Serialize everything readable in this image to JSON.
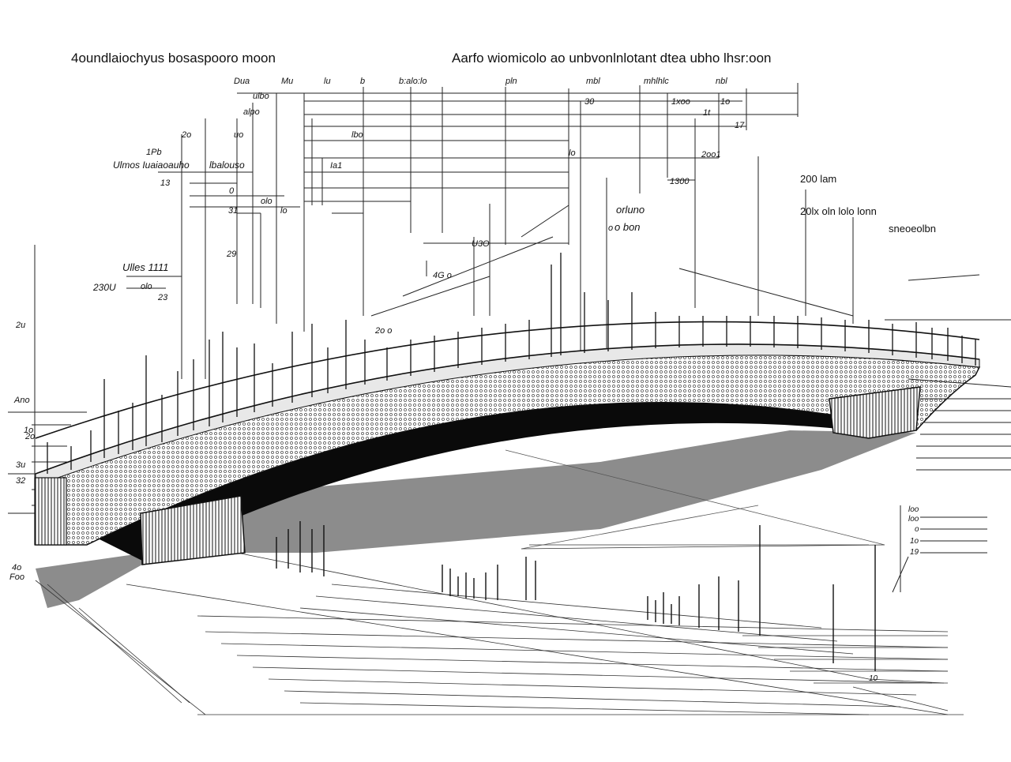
{
  "header": {
    "left_title": "4oundlaiochyus bosaspooro moon",
    "right_title": "Aarfo  wiomicolo ao  unbvonlnlotant  dtea  ubho lhsr:oon"
  },
  "callouts": {
    "top_row": [
      "Dua",
      "Mu",
      "lu",
      "b",
      "b:alo:lo",
      "pln",
      "mbl",
      "mhlhlc",
      "nbl"
    ],
    "upper_left": [
      "ulbo",
      "alpo",
      "2o",
      "uo",
      "lbo",
      "1Pb",
      "Ulmos Iuaiaoauho",
      "lbalouso",
      "13",
      "0",
      "31",
      "lo",
      "olo",
      "Ia1"
    ],
    "mid_right": [
      "1xoo",
      "1t",
      "17",
      "2oo1",
      "1o",
      "30",
      "1300",
      "o",
      "lo",
      "orluno",
      "o bon"
    ],
    "far_right": [
      "200 lam",
      "20lx oln  lolo lonn",
      "sneoeolbn"
    ],
    "left_scale": [
      "29",
      "Ulles 1111",
      "230U",
      "olo",
      "23",
      "2u",
      "Ano",
      "1o",
      "2o",
      "32",
      "3u",
      "Foo",
      "4o"
    ],
    "center": [
      "U3O",
      "4G  o",
      "2o  o"
    ],
    "lower_right": [
      "loo",
      "loo",
      "o",
      "1o",
      "19",
      "10"
    ]
  },
  "icons": {
    "bridge": "bridge-illustration",
    "terrain": "ground-hatching"
  }
}
